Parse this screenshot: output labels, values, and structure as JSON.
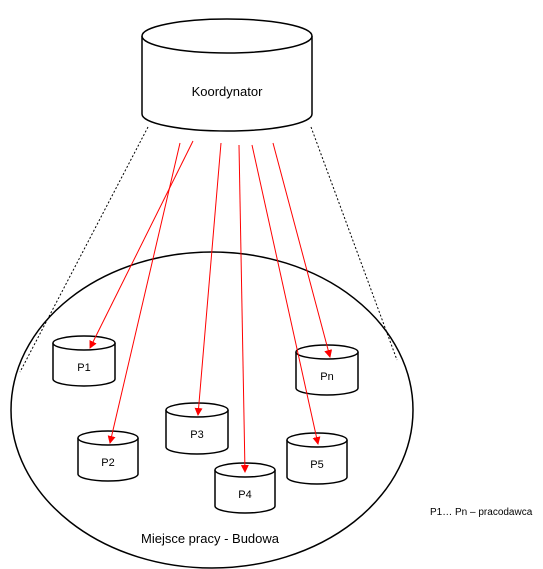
{
  "coordinator": {
    "label": "Koordynator"
  },
  "workplace": {
    "label": "Miejsce pracy - Budowa"
  },
  "employers": [
    {
      "label": "P1"
    },
    {
      "label": "P2"
    },
    {
      "label": "P3"
    },
    {
      "label": "P4"
    },
    {
      "label": "P5"
    },
    {
      "label": "Pn"
    }
  ],
  "legend": {
    "text": "P1… Pn – pracodawca"
  },
  "colors": {
    "arrow": "#ff0000",
    "stroke": "#000000",
    "background": "#ffffff"
  }
}
